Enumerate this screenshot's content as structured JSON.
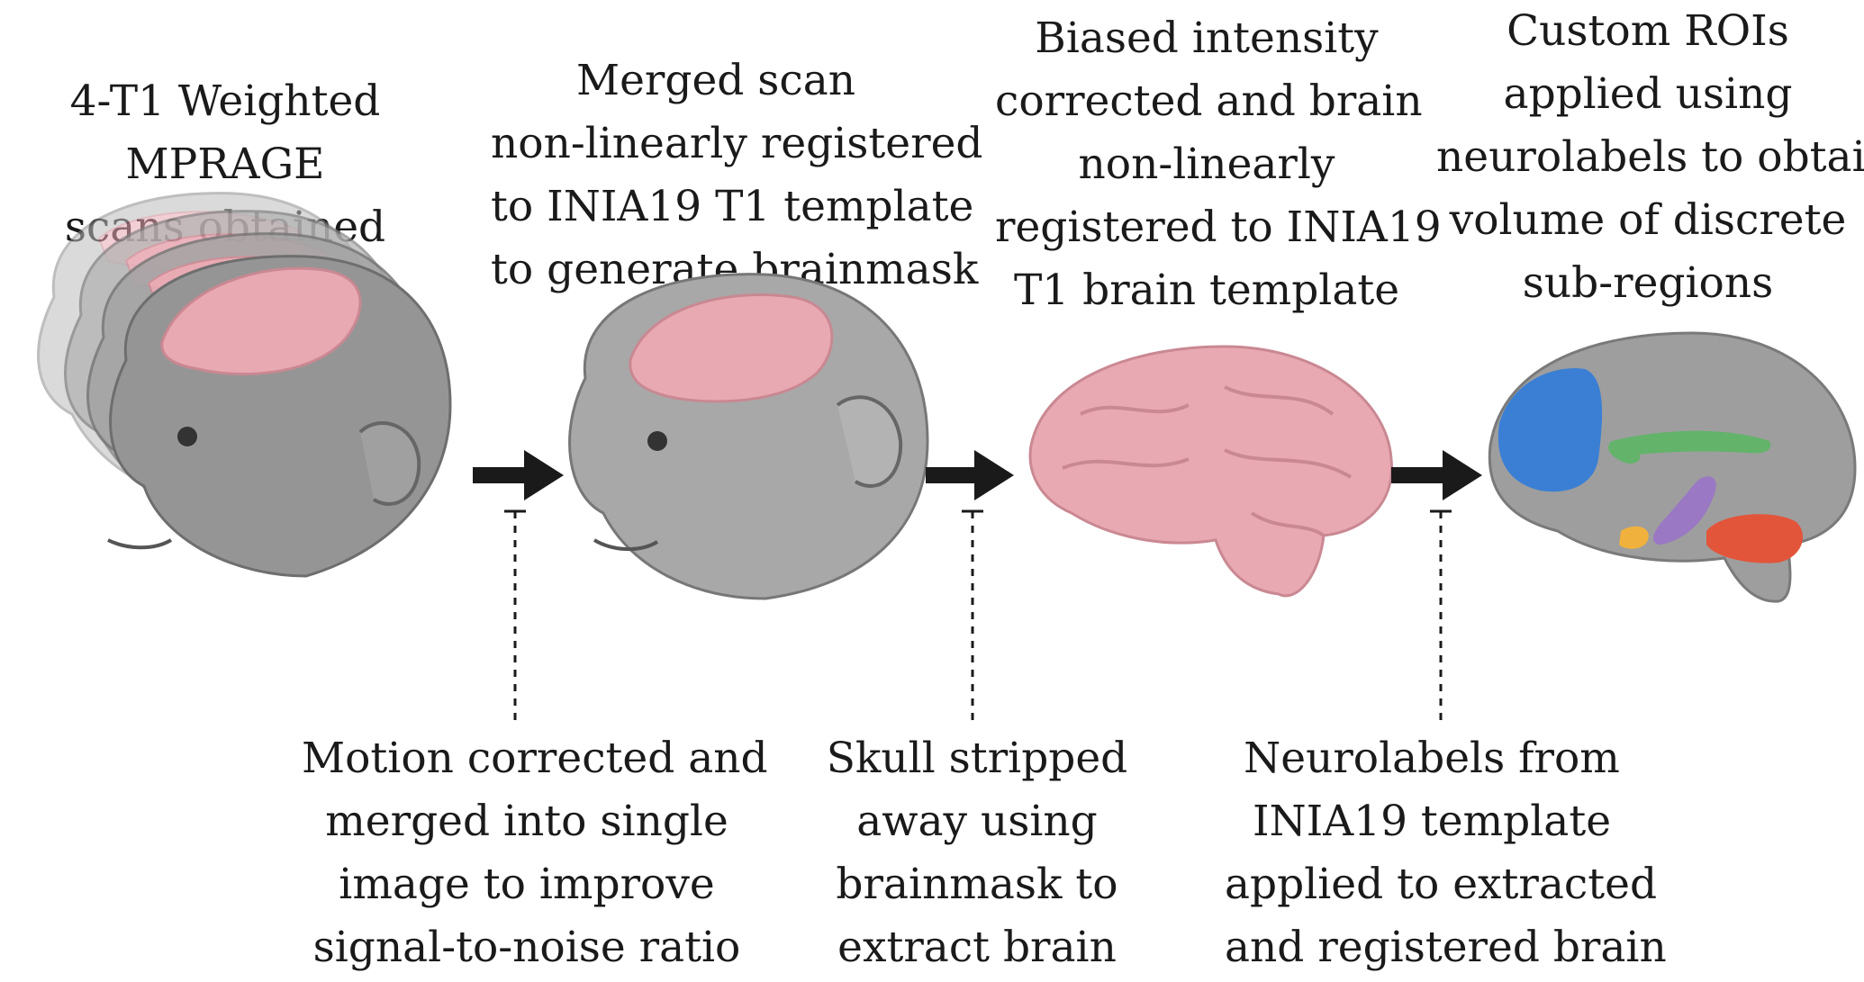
{
  "steps": [
    {
      "lines": [
        "4-T1 Weighted",
        "MPRAGE",
        "scans obtained"
      ],
      "icon": "monkey-head-stack-icon"
    },
    {
      "lines": [
        "Merged scan",
        "non-linearly registered",
        "to INIA19 T1 template",
        "to generate brainmask"
      ],
      "icon": "monkey-head-icon"
    },
    {
      "lines": [
        "Biased intensity",
        "corrected and brain",
        "non-linearly",
        "registered to INIA19",
        "T1 brain template"
      ],
      "icon": "brain-icon"
    },
    {
      "lines": [
        "Custom ROIs",
        "applied using",
        "neurolabels to obtain",
        "volume of discrete",
        "sub-regions"
      ],
      "icon": "brain-roi-icon"
    }
  ],
  "transitions": [
    {
      "lines": [
        "Motion corrected and",
        "merged into single",
        "image to improve",
        "signal-to-noise ratio"
      ]
    },
    {
      "lines": [
        "Skull stripped",
        "away using",
        "brainmask to",
        "extract brain"
      ]
    },
    {
      "lines": [
        "Neurolabels from",
        "INIA19 template",
        "applied to extracted",
        "and registered brain"
      ]
    }
  ],
  "colors": {
    "brain_pink": "#e9a9b3",
    "monkey_gray": "#8c8c8c",
    "arrow": "#1a1a1a",
    "roi_blue": "#3b7fd4",
    "roi_green": "#63b36a",
    "roi_purple": "#9a78c4",
    "roi_orange": "#f0b23c",
    "roi_red": "#e2553a"
  }
}
